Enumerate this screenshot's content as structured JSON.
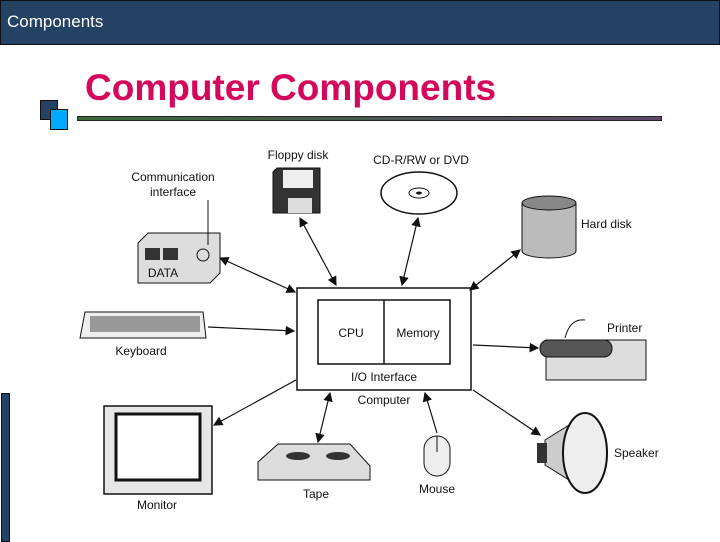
{
  "header": {
    "section": "Components"
  },
  "slide": {
    "title": "Computer Components"
  },
  "diagram": {
    "computer": {
      "cpu": "CPU",
      "memory": "Memory",
      "io": "I/O Interface",
      "label": "Computer"
    },
    "devices": {
      "floppy": "Floppy disk",
      "cd": "CD-R/RW or DVD",
      "comm_line1": "Communication",
      "comm_line2": "interface",
      "comm_data": "DATA",
      "harddisk": "Hard disk",
      "keyboard": "Keyboard",
      "printer": "Printer",
      "speaker": "Speaker",
      "monitor": "Monitor",
      "tape": "Tape",
      "mouse": "Mouse"
    }
  },
  "colors": {
    "bar": "#234264",
    "title": "#d4085a",
    "accent": "#00aaff"
  }
}
